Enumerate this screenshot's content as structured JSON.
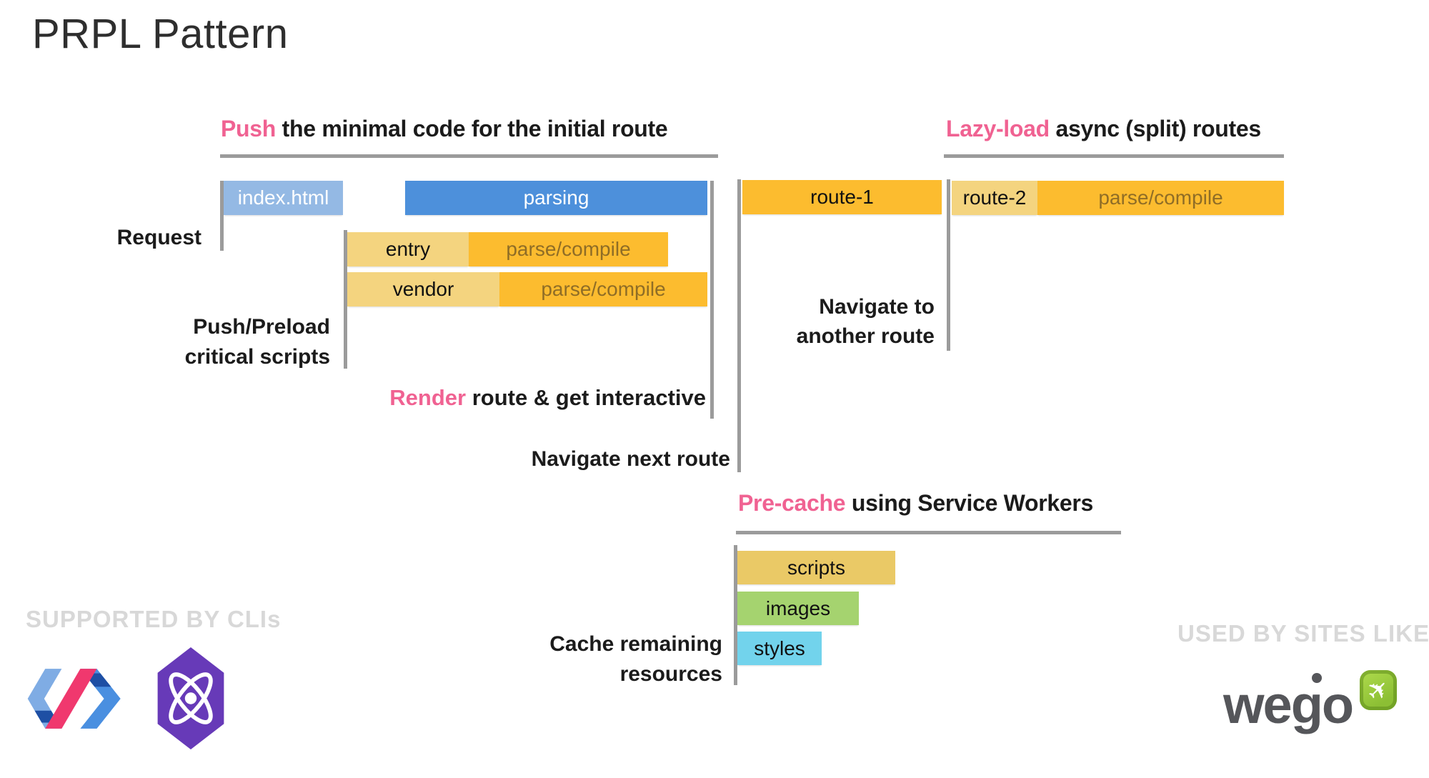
{
  "title": "PRPL Pattern",
  "headers": {
    "push": {
      "highlight": "Push",
      "rest": " the minimal code for the initial route"
    },
    "lazy_load": {
      "highlight": "Lazy-load",
      "rest": " async (split) routes"
    },
    "pre_cache": {
      "highlight": "Pre-cache",
      "rest": " using Service Workers"
    }
  },
  "timeline_labels": {
    "request": "Request",
    "push_preload_line1": "Push/Preload",
    "push_preload_line2": "critical scripts",
    "render": {
      "highlight": "Render",
      "rest": " route & get interactive"
    },
    "navigate_next": "Navigate next route",
    "navigate_another_line1": "Navigate to",
    "navigate_another_line2": "another route",
    "cache_line1": "Cache remaining",
    "cache_line2": "resources"
  },
  "bars": {
    "index_html": "index.html",
    "parsing": "parsing",
    "entry": "entry",
    "entry_parse": "parse/compile",
    "vendor": "vendor",
    "vendor_parse": "parse/compile",
    "route1": "route-1",
    "route2": "route-2",
    "route2_parse": "parse/compile",
    "scripts": "scripts",
    "images": "images",
    "styles": "styles"
  },
  "footer": {
    "supported": "SUPPORTED BY CLIs",
    "used": "USED BY SITES LIKE",
    "wego_text": "wego"
  },
  "icons": {
    "polymer": "polymer-logo",
    "preact": "preact-logo",
    "wego_plane": "airplane-icon",
    "wego_plane_glyph": "✈"
  },
  "colors": {
    "pink_highlight": "#F06292",
    "parsing_blue": "#4D90DB",
    "index_light_blue": "#94B9E4",
    "parse_compile_gold": "#FCBC2F",
    "light_gold": "#F4D47F",
    "scripts_gold": "#EAC966",
    "images_green": "#A5D36F",
    "styles_cyan": "#72D3EC",
    "line_gray": "#9B9B9B",
    "footer_gray": "#D8D8D8",
    "wego_gray": "#55565A",
    "wego_green": "#8CC43C",
    "preact_purple": "#673AB8"
  }
}
